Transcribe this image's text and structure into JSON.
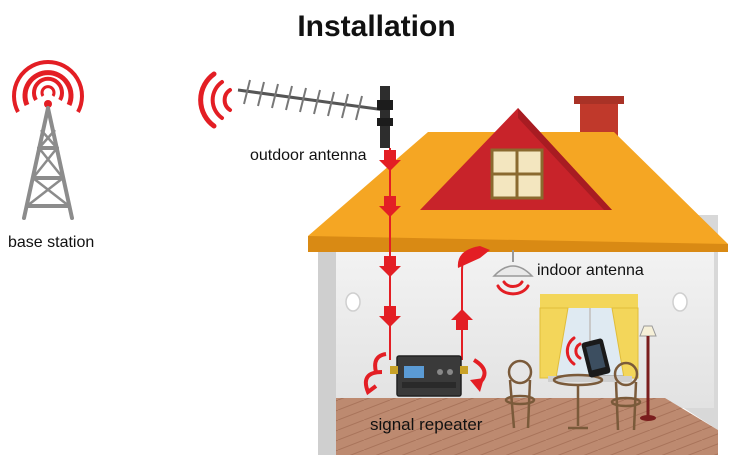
{
  "title": "Installation",
  "labels": {
    "base_station": "base station",
    "outdoor_antenna": "outdoor antenna",
    "indoor_antenna": "indoor antenna",
    "signal_repeater": "signal repeater"
  },
  "colors": {
    "signal_red": "#e31e24",
    "roof": "#f5a623",
    "roof_shadow": "#d98a14",
    "gable": "#c8232a",
    "chimney": "#c0392b",
    "wall": "#ececec",
    "floor": "#b9836a",
    "tower": "#8c8c8c",
    "curtain": "#f3d65a",
    "repeater": "#3a3a3a"
  },
  "icons": [
    "tower-icon",
    "yagi-antenna-icon",
    "ceiling-antenna-icon",
    "repeater-device-icon",
    "mobile-phone-icon",
    "bistro-chair-icon",
    "floor-lamp-icon",
    "wall-lamp-icon"
  ]
}
